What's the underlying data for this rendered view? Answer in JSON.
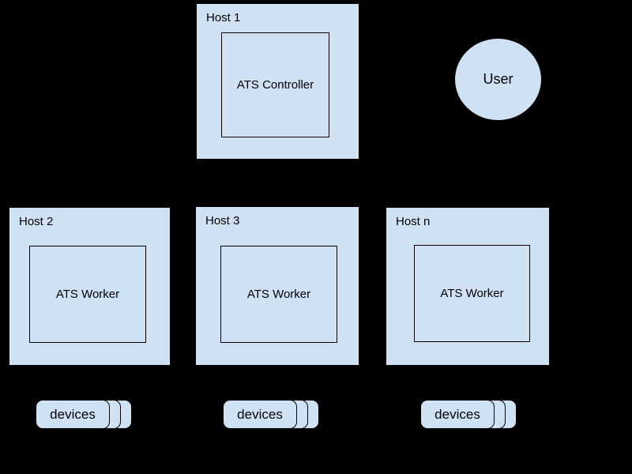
{
  "colors": {
    "background": "#000000",
    "node_fill": "#cfe2f3",
    "node_border": "#000000",
    "text": "#000000"
  },
  "diagram": {
    "hosts": [
      {
        "label": "Host 1",
        "component": "ATS Controller"
      },
      {
        "label": "Host 2",
        "component": "ATS Worker"
      },
      {
        "label": "Host 3",
        "component": "ATS Worker"
      },
      {
        "label": "Host n",
        "component": "ATS Worker"
      }
    ],
    "user": {
      "label": "User"
    },
    "device_stacks": [
      {
        "label": "devices"
      },
      {
        "label": "devices"
      },
      {
        "label": "devices"
      }
    ]
  }
}
